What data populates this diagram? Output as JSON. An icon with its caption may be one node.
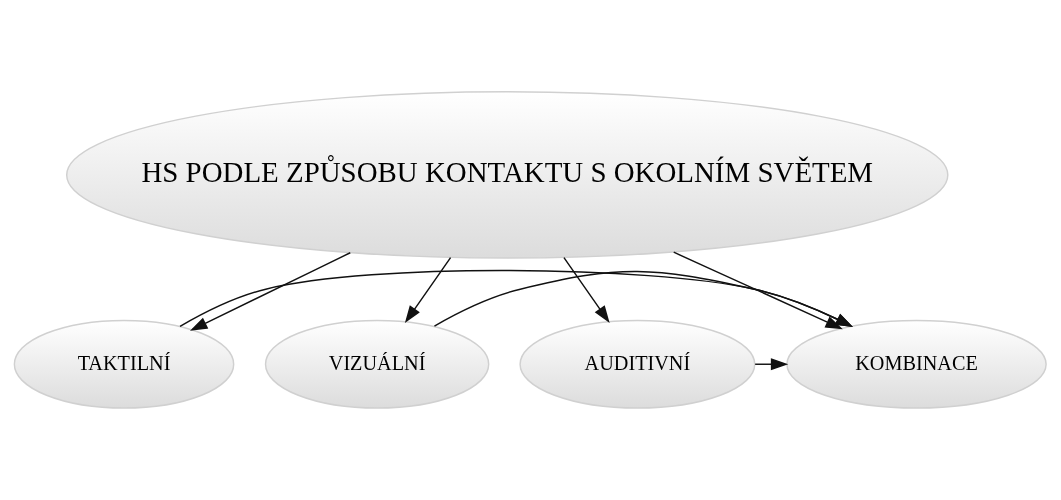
{
  "diagram": {
    "nodes": [
      {
        "text": [
          "HS PODLE ZPŮSOBU KONTAKTU S OKOLNÍM SVĚTEM"
        ]
      },
      {
        "text": [
          "TAKTILNÍ"
        ]
      },
      {
        "text": [
          "VIZUÁLNÍ"
        ]
      },
      {
        "text": [
          "AUDITIVNÍ"
        ]
      },
      {
        "text": [
          "KOMBINACE"
        ]
      }
    ],
    "edges": [
      {
        "from": 0,
        "to": 1,
        "arrow": "to"
      },
      {
        "from": 0,
        "to": 2,
        "arrow": "to"
      },
      {
        "from": 0,
        "to": 3,
        "arrow": "to"
      },
      {
        "from": 0,
        "to": 4,
        "arrow": "to"
      },
      {
        "from": 1,
        "to": 4,
        "arrow": "to"
      },
      {
        "from": 2,
        "to": 4,
        "arrow": "to"
      },
      {
        "from": 3,
        "to": 4,
        "arrow": "to"
      }
    ]
  }
}
